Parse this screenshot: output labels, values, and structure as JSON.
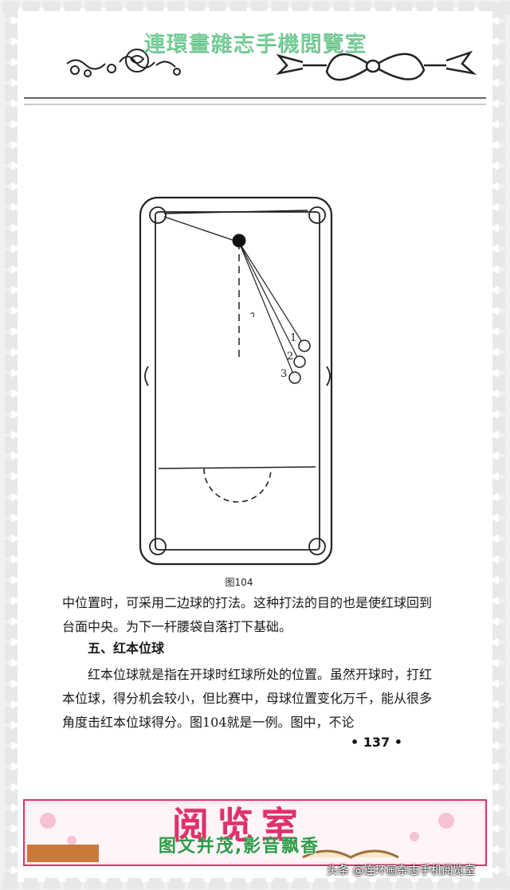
{
  "header": {
    "title": "連環畫雜志手機閲覽室"
  },
  "figure": {
    "caption": "图104",
    "ball_labels": [
      "1",
      "2",
      "3"
    ]
  },
  "body": {
    "paragraph1": "中位置时，可采用二边球的打法。这种打法的目的也是使红球回到台面中央。为下一杆腰袋自落打下基础。",
    "heading": "五、红本位球",
    "paragraph2": "红本位球就是指在开球时红球所处的位置。虽然开球时，打红本位球，得分机会较小，但比赛中，母球位置变化万千，能从很多角度击红本位球得分。图104就是一例。图中，不论",
    "page_number": "• 137 •"
  },
  "banner": {
    "title": "阅览室",
    "subtitle": "图文并茂,影音飘香"
  },
  "watermark": {
    "text": "头条 @连环画杂志手机阅览室"
  },
  "colors": {
    "scallop_border": "#e6e6e6",
    "header_text": "#7fd6a0",
    "banner_pink": "#e0306a",
    "banner_green": "#2e9b46"
  }
}
